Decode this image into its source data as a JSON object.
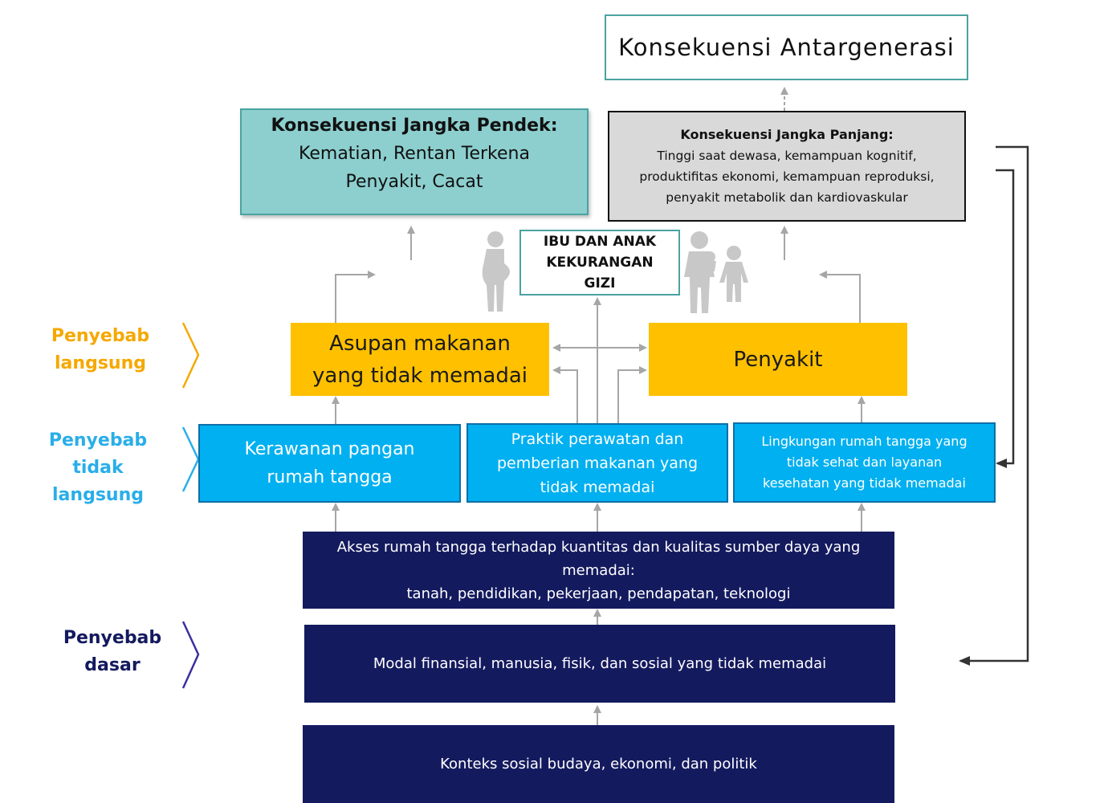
{
  "boxes": {
    "intergen": "Konsekuensi Antargenerasi",
    "short_term": {
      "title": "Konsekuensi Jangka Pendek:",
      "line1": "Kematian, Rentan Terkena",
      "line2": "Penyakit, Cacat"
    },
    "long_term": {
      "title": "Konsekuensi Jangka Panjang:",
      "line1": "Tinggi saat dewasa, kemampuan kognitif,",
      "line2": "produktifitas ekonomi, kemampuan reproduksi,",
      "line3": "penyakit metabolik dan kardiovaskular"
    },
    "mother_child": {
      "line1": "IBU DAN ANAK",
      "line2": "KEKURANGAN",
      "line3": "GIZI"
    },
    "food_intake": {
      "line1": "Asupan makanan",
      "line2": "yang tidak memadai"
    },
    "disease": "Penyakit",
    "food_insecurity": {
      "line1": "Kerawanan pangan",
      "line2": "rumah tangga"
    },
    "care_practice": {
      "line1": "Praktik perawatan dan",
      "line2": "pemberian makanan yang",
      "line3": "tidak memadai"
    },
    "environment": {
      "line1": "Lingkungan rumah tangga yang",
      "line2": "tidak sehat dan layanan",
      "line3": "kesehatan yang tidak memadai"
    },
    "access": {
      "line1": "Akses rumah tangga terhadap kuantitas dan kualitas sumber daya yang",
      "line2": "memadai:",
      "line3": "tanah, pendidikan, pekerjaan, pendapatan, teknologi"
    },
    "capital": "Modal finansial, manusia, fisik, dan sosial yang tidak memadai",
    "context": "Konteks sosial budaya, ekonomi, dan politik"
  },
  "side_labels": {
    "direct": {
      "line1": "Penyebab",
      "line2": "langsung",
      "color": "#f5a800"
    },
    "indirect": {
      "line1": "Penyebab",
      "line2": "tidak",
      "line3": "langsung",
      "color": "#29aee8"
    },
    "basic": {
      "line1": "Penyebab",
      "line2": "dasar",
      "color": "#141a5e"
    }
  },
  "icons": [
    "pregnant-woman-icon",
    "mother-with-baby-icon",
    "child-icon"
  ],
  "colors": {
    "navy": "#141a5e",
    "blue": "#00b0f0",
    "gold": "#ffc000",
    "teal": "#8ccfce",
    "gray": "#d9d9d9"
  }
}
